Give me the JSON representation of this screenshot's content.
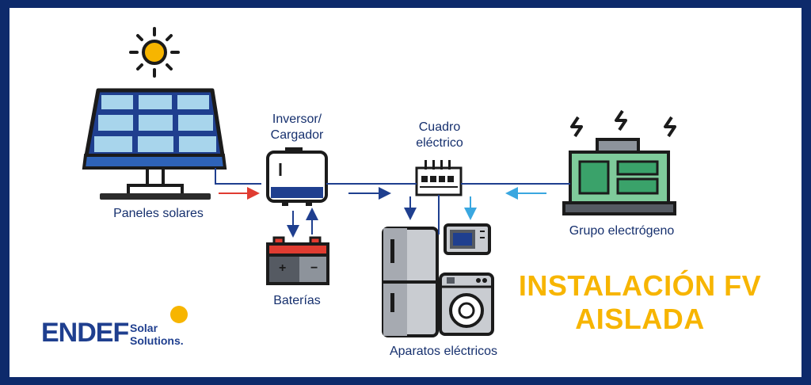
{
  "labels": {
    "panels": "Paneles solares",
    "inverter_line1": "Inversor/",
    "inverter_line2": "Cargador",
    "panel_board_line1": "Cuadro",
    "panel_board_line2": "eléctrico",
    "batteries": "Baterías",
    "generator": "Grupo electrógeno",
    "appliances": "Aparatos eléctricos"
  },
  "title": {
    "line1": "INSTALACIÓN FV",
    "line2": "AISLADA"
  },
  "brand": {
    "name": "ENDEF",
    "sub_line1": "Solar",
    "sub_line2": "Solutions."
  },
  "colors": {
    "navy": "#16306e",
    "accent_yellow": "#f7b500",
    "arrow_red": "#e03c31",
    "arrow_blue": "#1f3f8f",
    "arrow_lightblue": "#3aa7e0",
    "border": "#0d2a6b"
  },
  "icons": {
    "sun": "sun-icon",
    "solar_panel": "solar-panel-icon",
    "inverter": "inverter-icon",
    "battery": "battery-icon",
    "panel_board": "breaker-panel-icon",
    "generator": "generator-icon",
    "fridge": "fridge-icon",
    "microwave": "microwave-icon",
    "washer": "washing-machine-icon"
  }
}
